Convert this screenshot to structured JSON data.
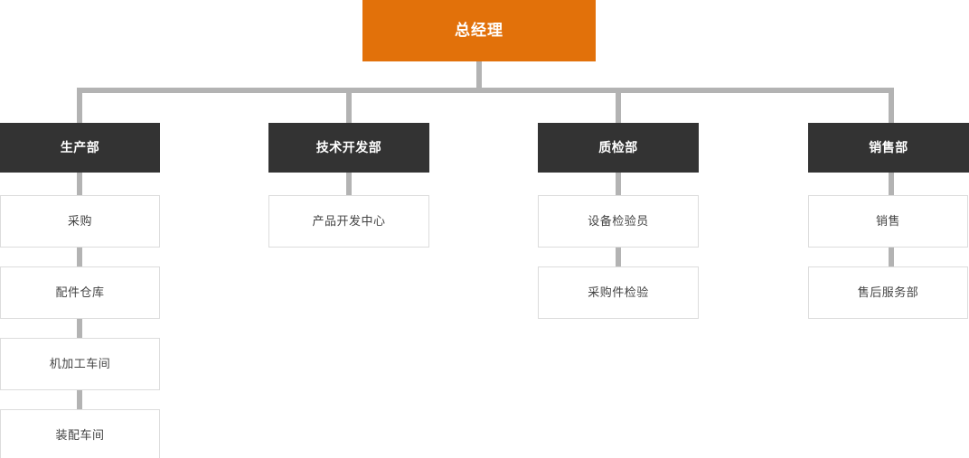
{
  "chart_data": {
    "type": "diagram",
    "diagram_type": "organization-chart",
    "title": "",
    "orientation": "top-down",
    "colors": {
      "root_fill": "#e2710a",
      "root_text": "#ffffff",
      "department_fill": "#333333",
      "department_text": "#ffffff",
      "leaf_fill": "#ffffff",
      "leaf_text": "#444444",
      "leaf_border": "#dcdcdc",
      "connector": "#b3b3b3",
      "background": "#ffffff"
    }
  },
  "root": {
    "label": "总经理"
  },
  "branches": [
    {
      "id": "production",
      "label": "生产部",
      "children": [
        {
          "label": "采购"
        },
        {
          "label": "配件仓库"
        },
        {
          "label": "机加工车间"
        },
        {
          "label": "装配车间"
        }
      ]
    },
    {
      "id": "tech-development",
      "label": "技术开发部",
      "children": [
        {
          "label": "产品开发中心"
        }
      ]
    },
    {
      "id": "quality-inspection",
      "label": "质检部",
      "children": [
        {
          "label": "设备检验员"
        },
        {
          "label": "采购件检验"
        }
      ]
    },
    {
      "id": "sales",
      "label": "销售部",
      "children": [
        {
          "label": "销售"
        },
        {
          "label": "售后服务部"
        }
      ]
    }
  ]
}
